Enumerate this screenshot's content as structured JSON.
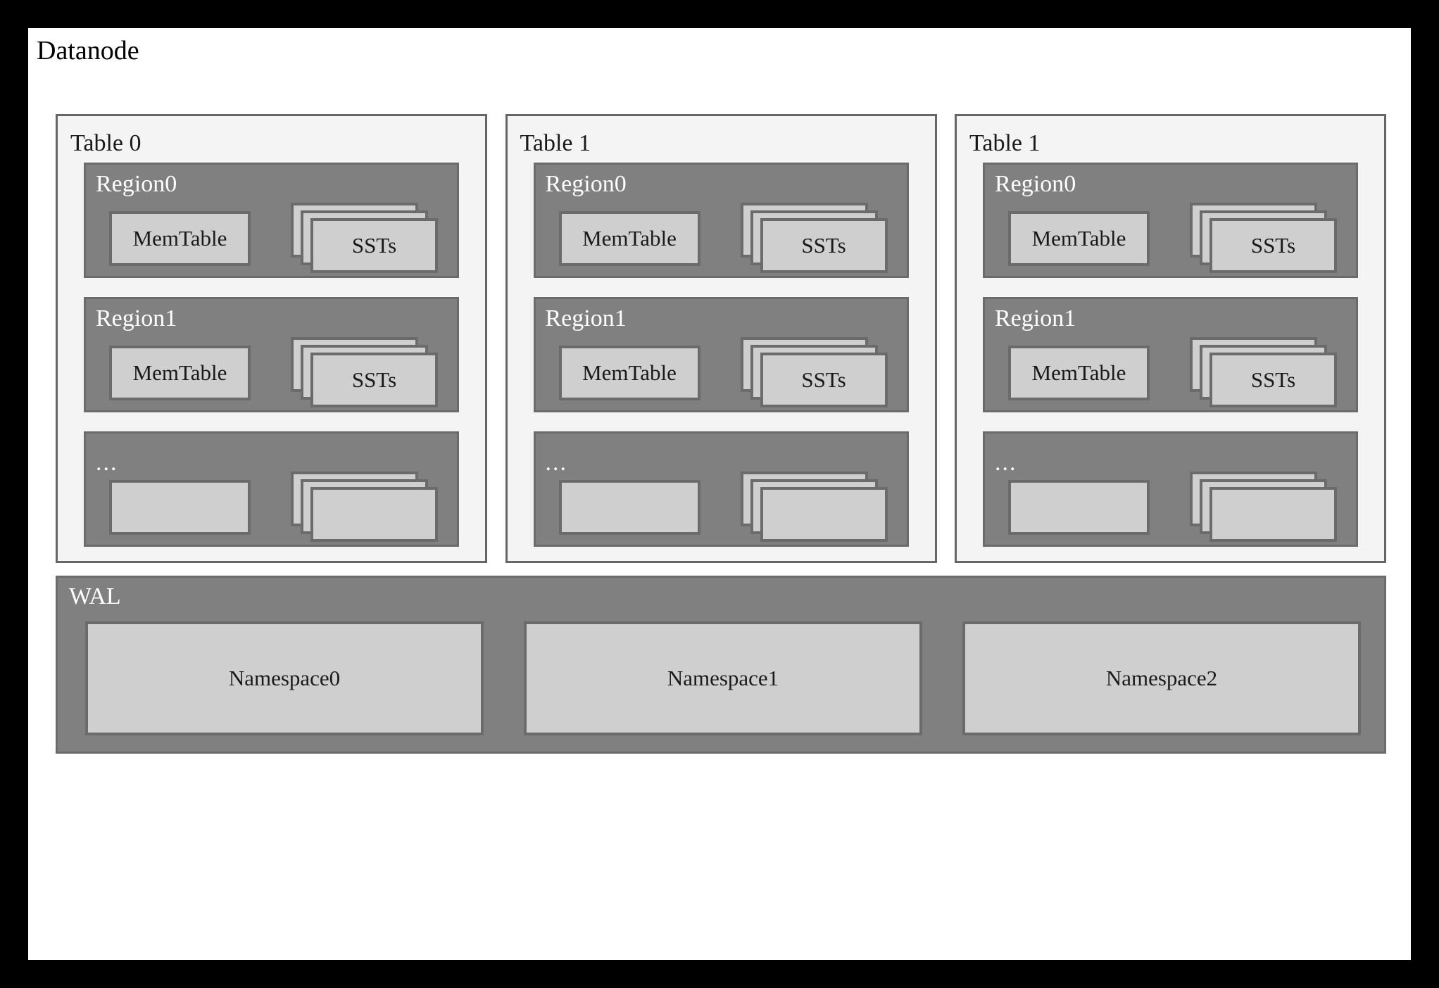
{
  "diagram": {
    "title": "Datanode",
    "colors": {
      "frame": "#000000",
      "canvas": "#ffffff",
      "table_panel_bg": "#f4f4f4",
      "region_bg": "#808080",
      "box_bg": "#cfcfcf",
      "border": "#6b6b6b",
      "title_light": "#ffffff",
      "title_dark": "#1a1a1a"
    },
    "tables": [
      {
        "label": "Table 0",
        "regions": [
          {
            "label": "Region0",
            "is_ellipsis": false,
            "memtable_label": "MemTable",
            "sst_label": "SSTs",
            "sst_stack_count": 3
          },
          {
            "label": "Region1",
            "is_ellipsis": false,
            "memtable_label": "MemTable",
            "sst_label": "SSTs",
            "sst_stack_count": 3
          },
          {
            "label": "...",
            "is_ellipsis": true,
            "memtable_label": "",
            "sst_label": "",
            "sst_stack_count": 3
          }
        ]
      },
      {
        "label": "Table 1",
        "regions": [
          {
            "label": "Region0",
            "is_ellipsis": false,
            "memtable_label": "MemTable",
            "sst_label": "SSTs",
            "sst_stack_count": 3
          },
          {
            "label": "Region1",
            "is_ellipsis": false,
            "memtable_label": "MemTable",
            "sst_label": "SSTs",
            "sst_stack_count": 3
          },
          {
            "label": "...",
            "is_ellipsis": true,
            "memtable_label": "",
            "sst_label": "",
            "sst_stack_count": 3
          }
        ]
      },
      {
        "label": "Table 1",
        "regions": [
          {
            "label": "Region0",
            "is_ellipsis": false,
            "memtable_label": "MemTable",
            "sst_label": "SSTs",
            "sst_stack_count": 3
          },
          {
            "label": "Region1",
            "is_ellipsis": false,
            "memtable_label": "MemTable",
            "sst_label": "SSTs",
            "sst_stack_count": 3
          },
          {
            "label": "...",
            "is_ellipsis": true,
            "memtable_label": "",
            "sst_label": "",
            "sst_stack_count": 3
          }
        ]
      }
    ],
    "wal": {
      "label": "WAL",
      "namespaces": [
        {
          "label": "Namespace0"
        },
        {
          "label": "Namespace1"
        },
        {
          "label": "Namespace2"
        }
      ]
    }
  }
}
